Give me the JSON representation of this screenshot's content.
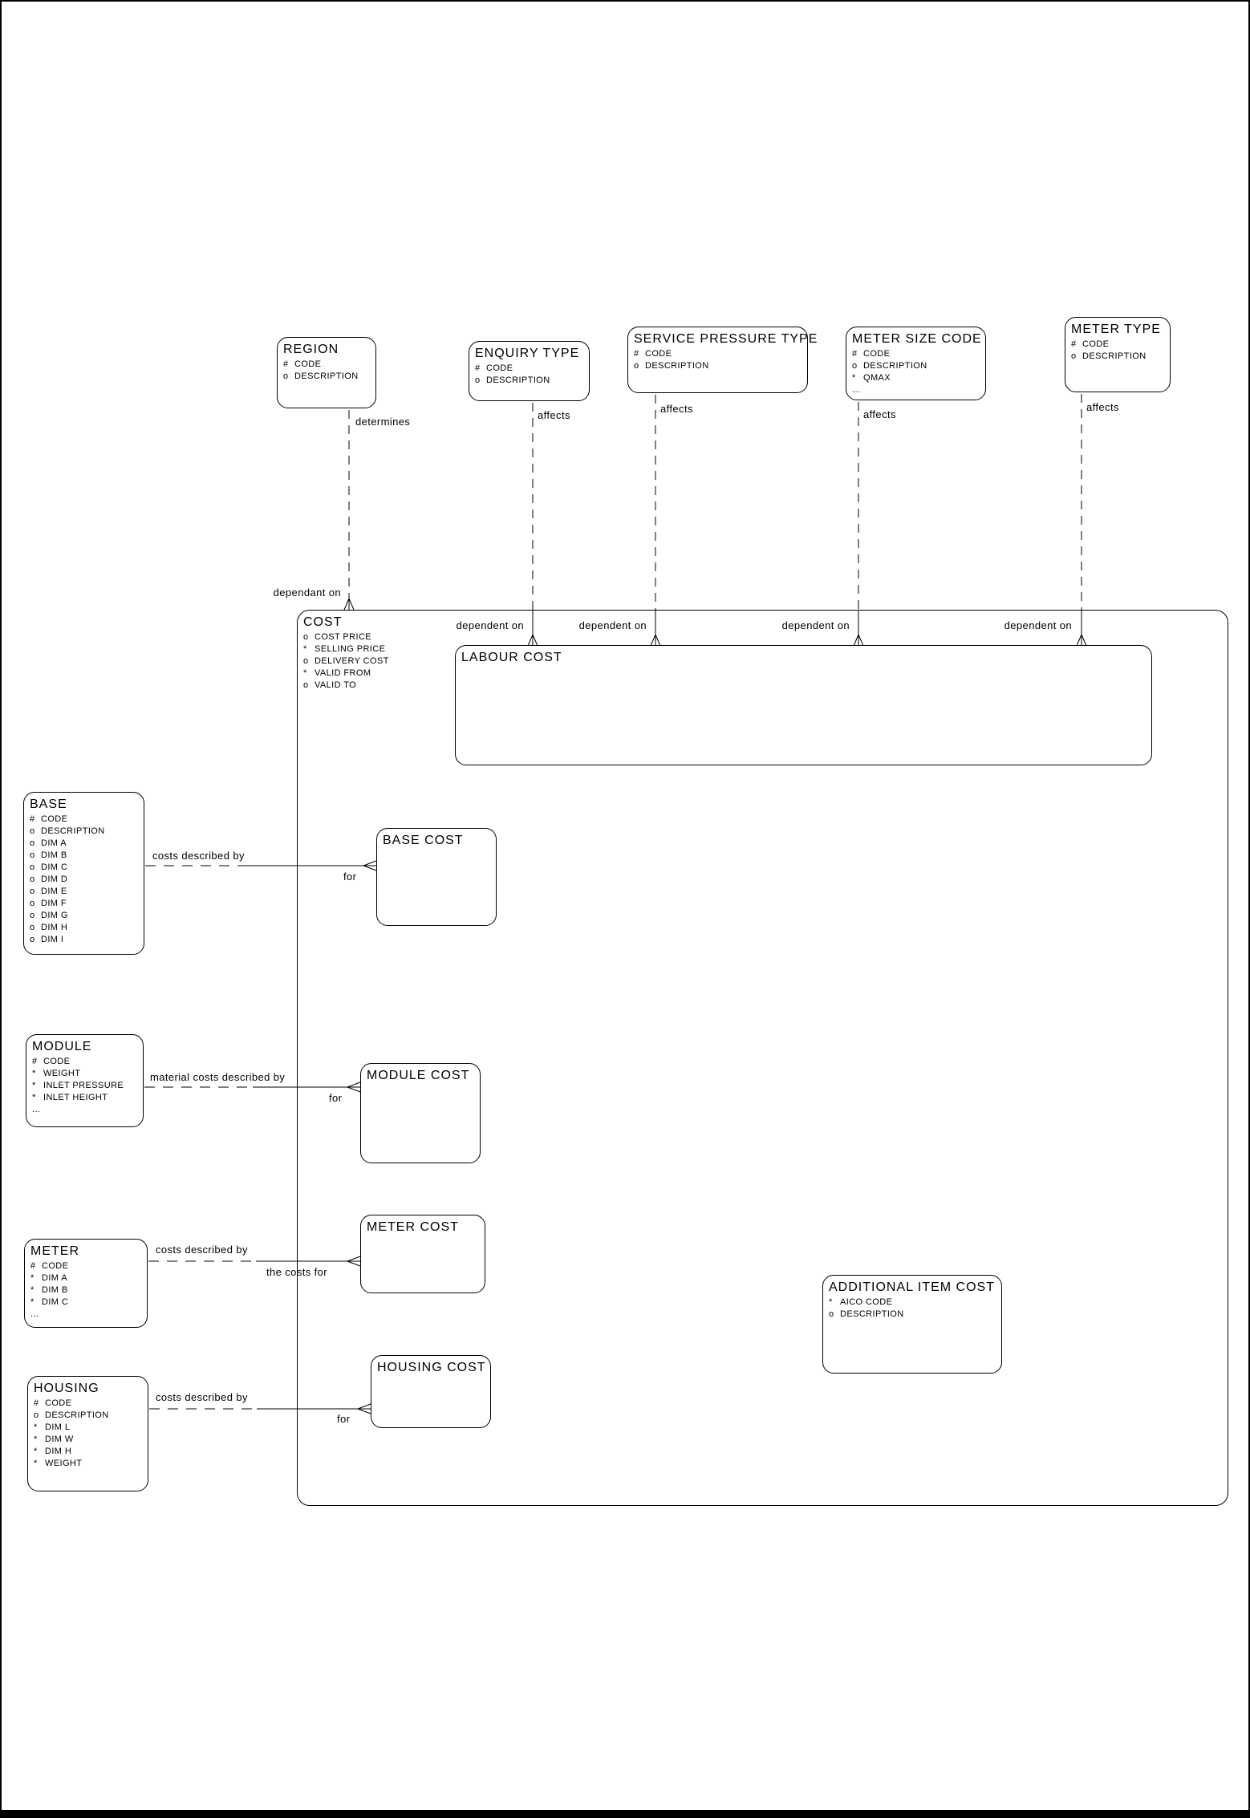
{
  "colors": {
    "background": "#ffffff",
    "line": "#000000",
    "text": "#000000"
  },
  "entities": {
    "region": {
      "title": "REGION",
      "attrs": [
        {
          "m": "#",
          "t": "CODE"
        },
        {
          "m": "o",
          "t": "DESCRIPTION"
        }
      ]
    },
    "enquiry_type": {
      "title": "ENQUIRY TYPE",
      "attrs": [
        {
          "m": "#",
          "t": "CODE"
        },
        {
          "m": "o",
          "t": "DESCRIPTION"
        }
      ]
    },
    "service_pressure_type": {
      "title": "SERVICE PRESSURE TYPE",
      "attrs": [
        {
          "m": "#",
          "t": "CODE"
        },
        {
          "m": "o",
          "t": "DESCRIPTION"
        }
      ]
    },
    "meter_size_code": {
      "title": "METER SIZE CODE",
      "attrs": [
        {
          "m": "#",
          "t": "CODE"
        },
        {
          "m": "o",
          "t": "DESCRIPTION"
        },
        {
          "m": "*",
          "t": "QMAX"
        },
        {
          "m": "...",
          "t": ""
        }
      ]
    },
    "meter_type": {
      "title": "METER TYPE",
      "attrs": [
        {
          "m": "#",
          "t": "CODE"
        },
        {
          "m": "o",
          "t": "DESCRIPTION"
        }
      ]
    },
    "cost": {
      "title": "COST",
      "attrs": [
        {
          "m": "o",
          "t": "COST PRICE"
        },
        {
          "m": "*",
          "t": "SELLING PRICE"
        },
        {
          "m": "o",
          "t": "DELIVERY COST"
        },
        {
          "m": "*",
          "t": "VALID FROM"
        },
        {
          "m": "o",
          "t": "VALID TO"
        }
      ]
    },
    "labour_cost": {
      "title": "LABOUR COST",
      "attrs": []
    },
    "base": {
      "title": "BASE",
      "attrs": [
        {
          "m": "#",
          "t": "CODE"
        },
        {
          "m": "o",
          "t": "DESCRIPTION"
        },
        {
          "m": "o",
          "t": "DIM A"
        },
        {
          "m": "o",
          "t": "DIM B"
        },
        {
          "m": "o",
          "t": "DIM C"
        },
        {
          "m": "o",
          "t": "DIM D"
        },
        {
          "m": "o",
          "t": "DIM E"
        },
        {
          "m": "o",
          "t": "DIM F"
        },
        {
          "m": "o",
          "t": "DIM G"
        },
        {
          "m": "o",
          "t": "DIM H"
        },
        {
          "m": "o",
          "t": "DIM I"
        }
      ]
    },
    "base_cost": {
      "title": "BASE COST",
      "attrs": []
    },
    "module": {
      "title": "MODULE",
      "attrs": [
        {
          "m": "#",
          "t": "CODE"
        },
        {
          "m": "*",
          "t": "WEIGHT"
        },
        {
          "m": "*",
          "t": "INLET PRESSURE"
        },
        {
          "m": "*",
          "t": "INLET HEIGHT"
        },
        {
          "m": "...",
          "t": ""
        }
      ]
    },
    "module_cost": {
      "title": "MODULE COST",
      "attrs": []
    },
    "meter": {
      "title": "METER",
      "attrs": [
        {
          "m": "#",
          "t": "CODE"
        },
        {
          "m": "*",
          "t": "DIM A"
        },
        {
          "m": "*",
          "t": "DIM B"
        },
        {
          "m": "*",
          "t": "DIM C"
        },
        {
          "m": "...",
          "t": ""
        }
      ]
    },
    "meter_cost": {
      "title": "METER COST",
      "attrs": []
    },
    "housing": {
      "title": "HOUSING",
      "attrs": [
        {
          "m": "#",
          "t": "CODE"
        },
        {
          "m": "o",
          "t": "DESCRIPTION"
        },
        {
          "m": "*",
          "t": "DIM L"
        },
        {
          "m": "*",
          "t": "DIM W"
        },
        {
          "m": "*",
          "t": "DIM H"
        },
        {
          "m": "*",
          "t": "WEIGHT"
        }
      ]
    },
    "housing_cost": {
      "title": "HOUSING COST",
      "attrs": []
    },
    "additional_item_cost": {
      "title": "ADDITIONAL ITEM COST",
      "attrs": [
        {
          "m": "*",
          "t": "AICO CODE"
        },
        {
          "m": "o",
          "t": "DESCRIPTION"
        }
      ]
    }
  },
  "relationships": {
    "region_cost": {
      "from_label": "determines",
      "to_label": "dependant on"
    },
    "enquiry_cost": {
      "from_label": "affects",
      "to_label": "dependent on"
    },
    "service_cost": {
      "from_label": "affects",
      "to_label": "dependent on"
    },
    "meter_size_cost": {
      "from_label": "affects",
      "to_label": "dependent on"
    },
    "meter_type_cost": {
      "from_label": "affects",
      "to_label": "dependent on"
    },
    "base_base_cost": {
      "from_label": "costs described by",
      "to_label": "for"
    },
    "module_module_cost": {
      "from_label": "material costs described by",
      "to_label": "for"
    },
    "meter_meter_cost": {
      "from_label": "costs described by",
      "to_label": "the costs for"
    },
    "housing_housing_cost": {
      "from_label": "costs described by",
      "to_label": "for"
    }
  }
}
